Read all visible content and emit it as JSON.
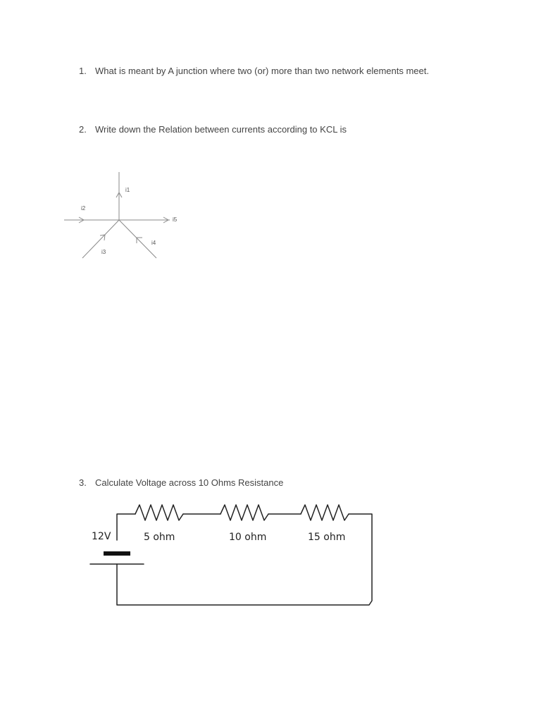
{
  "questions": [
    {
      "number": "1.",
      "text": "What is meant by A junction where two (or) more than two network elements meet."
    },
    {
      "number": "2.",
      "text": "Write down the Relation between currents according to KCL is"
    },
    {
      "number": "3.",
      "text": "Calculate Voltage across 10 Ohms Resistance"
    }
  ],
  "kcl_diagram": {
    "labels": {
      "i1": "i1",
      "i2": "i2",
      "i3": "i3",
      "i4": "i4",
      "i5": "i5"
    }
  },
  "circuit": {
    "source_label": "12V",
    "resistors": [
      "5 ohm",
      "10 ohm",
      "15 ohm"
    ]
  }
}
